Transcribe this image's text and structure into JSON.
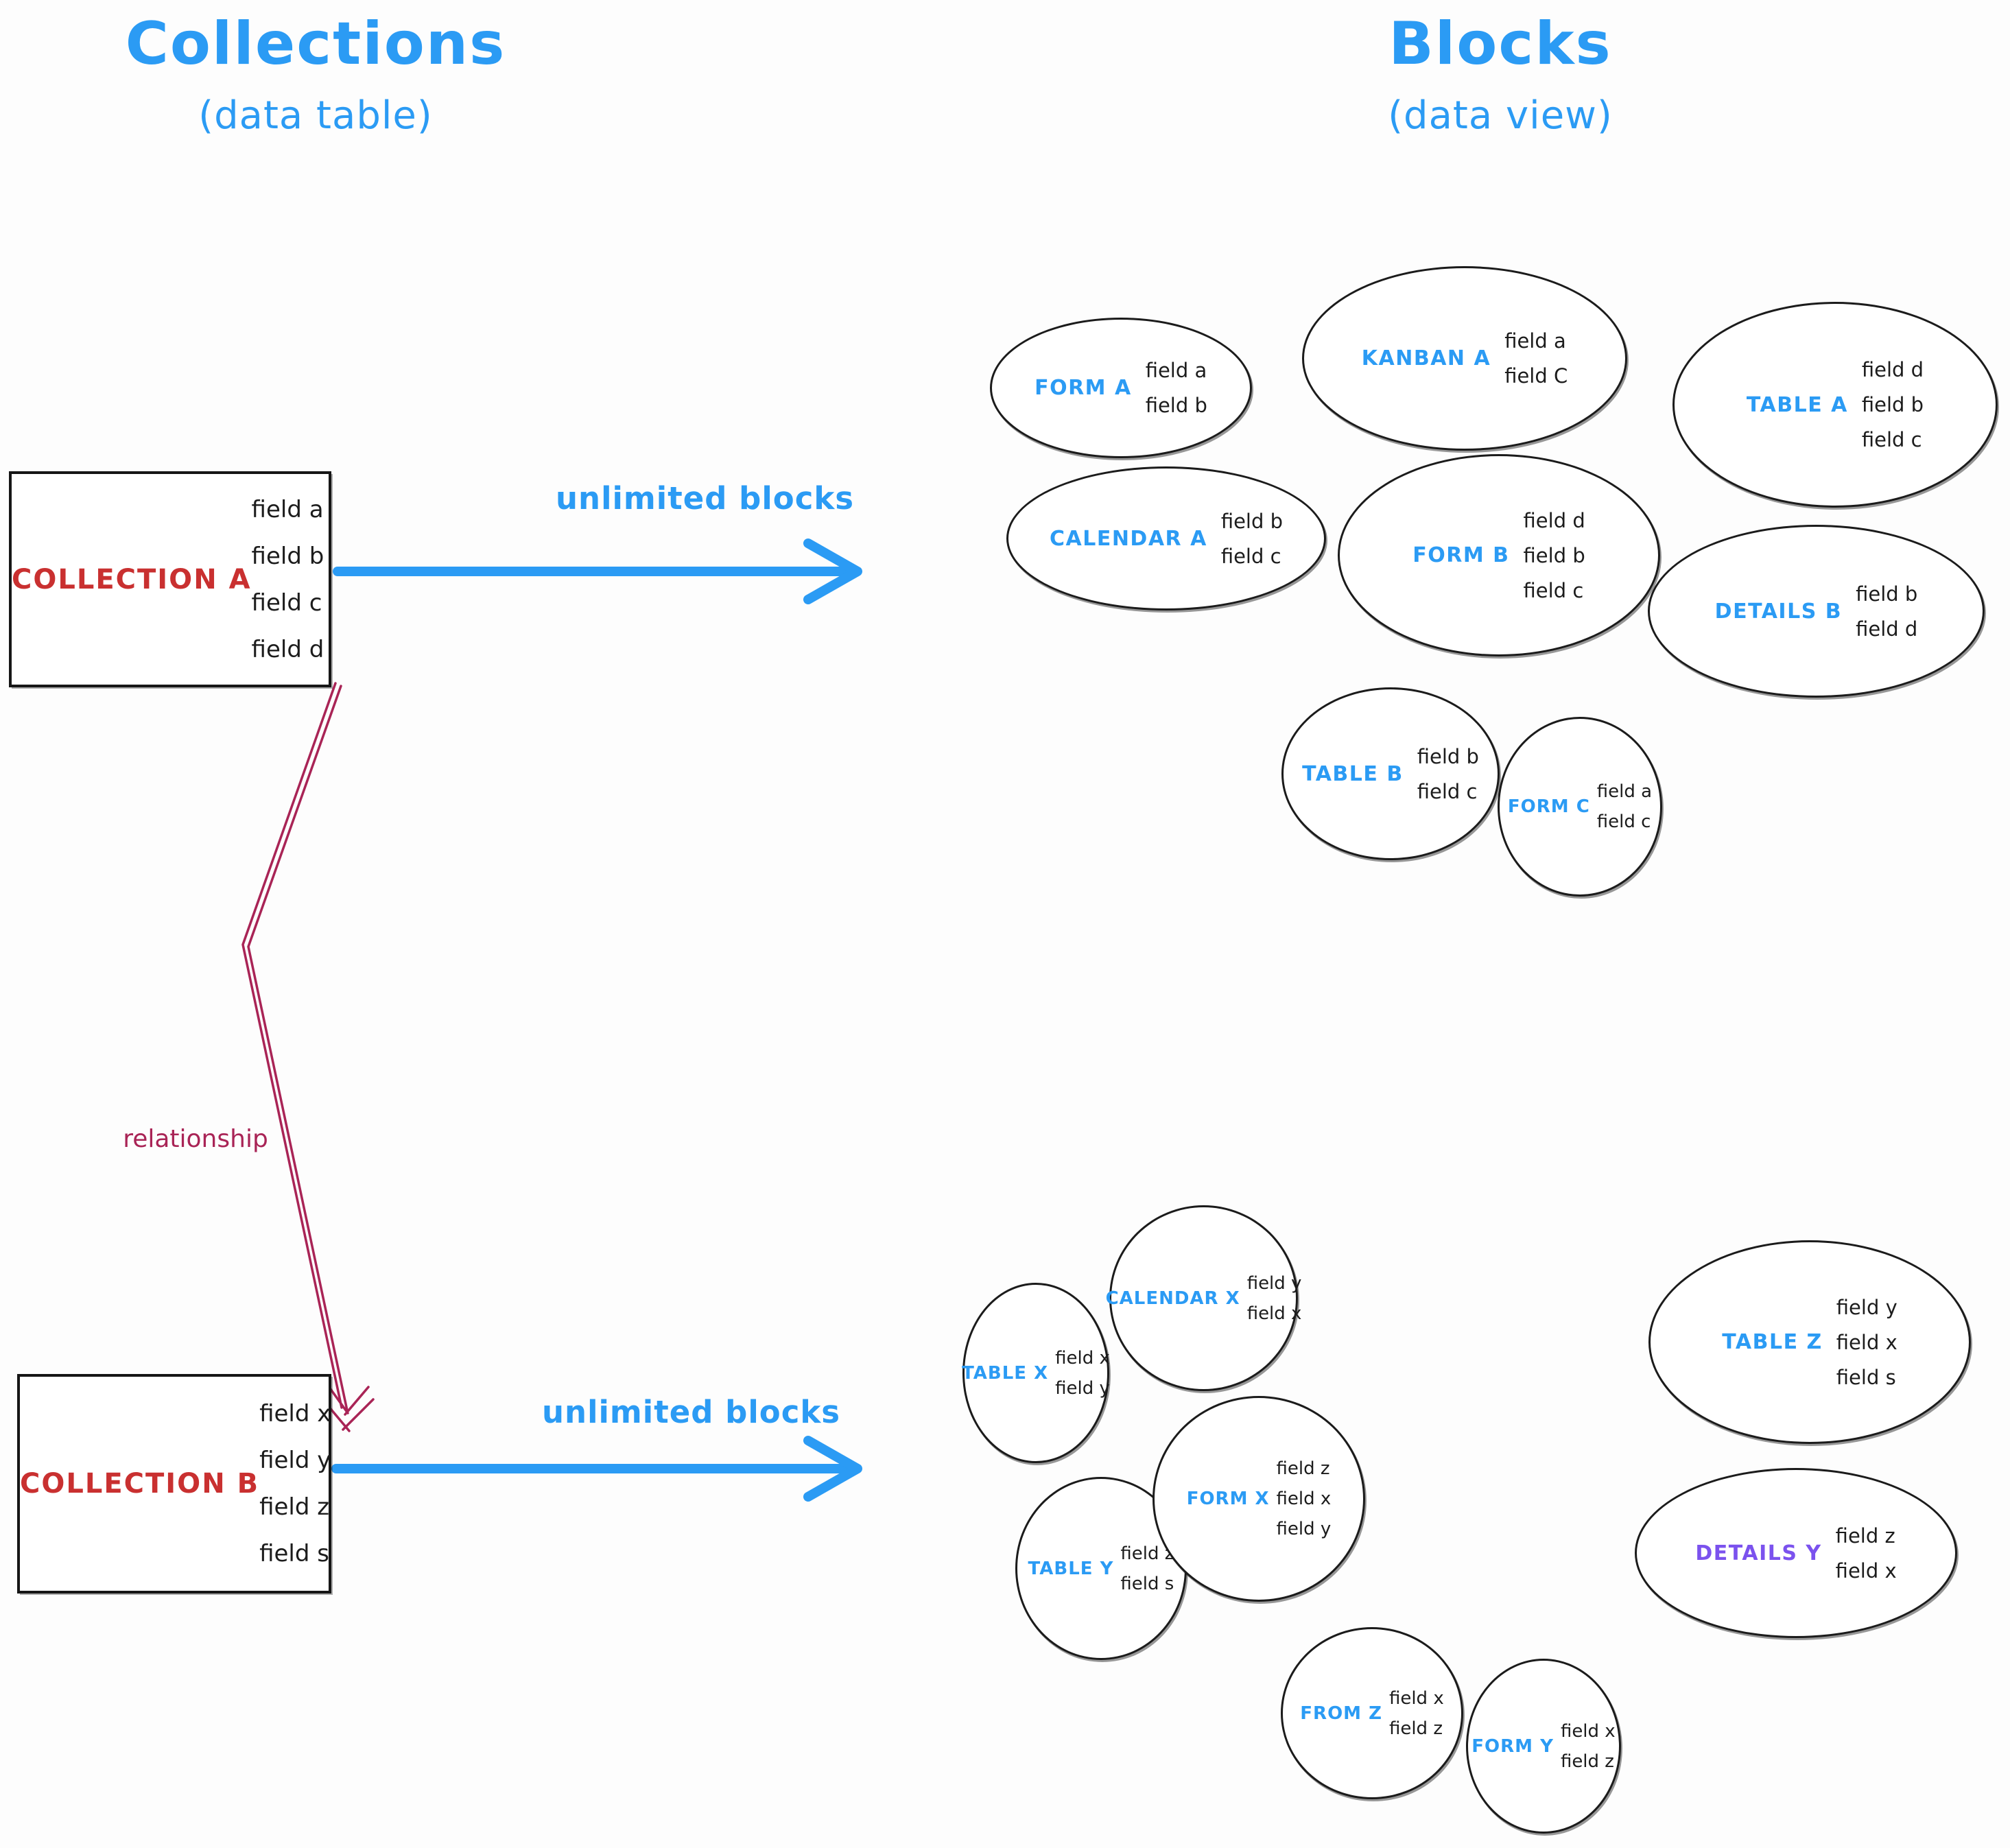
{
  "colors": {
    "blue": "#2b9bf4",
    "red": "#c93030",
    "maroon": "#a92456",
    "purple": "#7b52ee",
    "ink": "#1c1c1c"
  },
  "headers": {
    "left_title": "Collections",
    "left_subtitle": "(data table)",
    "right_title": "Blocks",
    "right_subtitle": "(data view)"
  },
  "collection_a": {
    "name": "COLLECTION A",
    "fields": [
      "field a",
      "field b",
      "field c",
      "field d"
    ]
  },
  "collection_b": {
    "name": "COLLECTION B",
    "fields": [
      "field x",
      "field y",
      "field z",
      "field s"
    ]
  },
  "arrows": {
    "top_label": "unlimited blocks",
    "bottom_label": "unlimited blocks",
    "relationship_label": "relationship"
  },
  "blocks_a": [
    {
      "label": "FORM A",
      "fields": [
        "field a",
        "field b"
      ]
    },
    {
      "label": "KANBAN A",
      "fields": [
        "field a",
        "field C"
      ]
    },
    {
      "label": "TABLE A",
      "fields": [
        "field d",
        "field b",
        "field c"
      ]
    },
    {
      "label": "CALENDAR A",
      "fields": [
        "field b",
        "field c"
      ]
    },
    {
      "label": "FORM B",
      "fields": [
        "field d",
        "field b",
        "field c"
      ]
    },
    {
      "label": "DETAILS B",
      "fields": [
        "field b",
        "field d"
      ]
    },
    {
      "label": "TABLE B",
      "fields": [
        "field b",
        "field c"
      ]
    },
    {
      "label": "FORM C",
      "fields": [
        "field a",
        "field c"
      ]
    }
  ],
  "blocks_b": [
    {
      "label": "TABLE X",
      "fields": [
        "field x",
        "field y"
      ]
    },
    {
      "label": "CALENDAR X",
      "fields": [
        "field y",
        "field x"
      ]
    },
    {
      "label": "TABLE Z",
      "fields": [
        "field y",
        "field x",
        "field s"
      ]
    },
    {
      "label": "TABLE Y",
      "fields": [
        "field z",
        "field s"
      ]
    },
    {
      "label": "FORM X",
      "fields": [
        "field z",
        "field x",
        "field y"
      ]
    },
    {
      "label": "DETAILS Y",
      "fields": [
        "field z",
        "field x"
      ],
      "label_color": "purple"
    },
    {
      "label": "FROM Z",
      "fields": [
        "field x",
        "field z"
      ]
    },
    {
      "label": "FORM Y",
      "fields": [
        "field x",
        "field z"
      ]
    }
  ]
}
